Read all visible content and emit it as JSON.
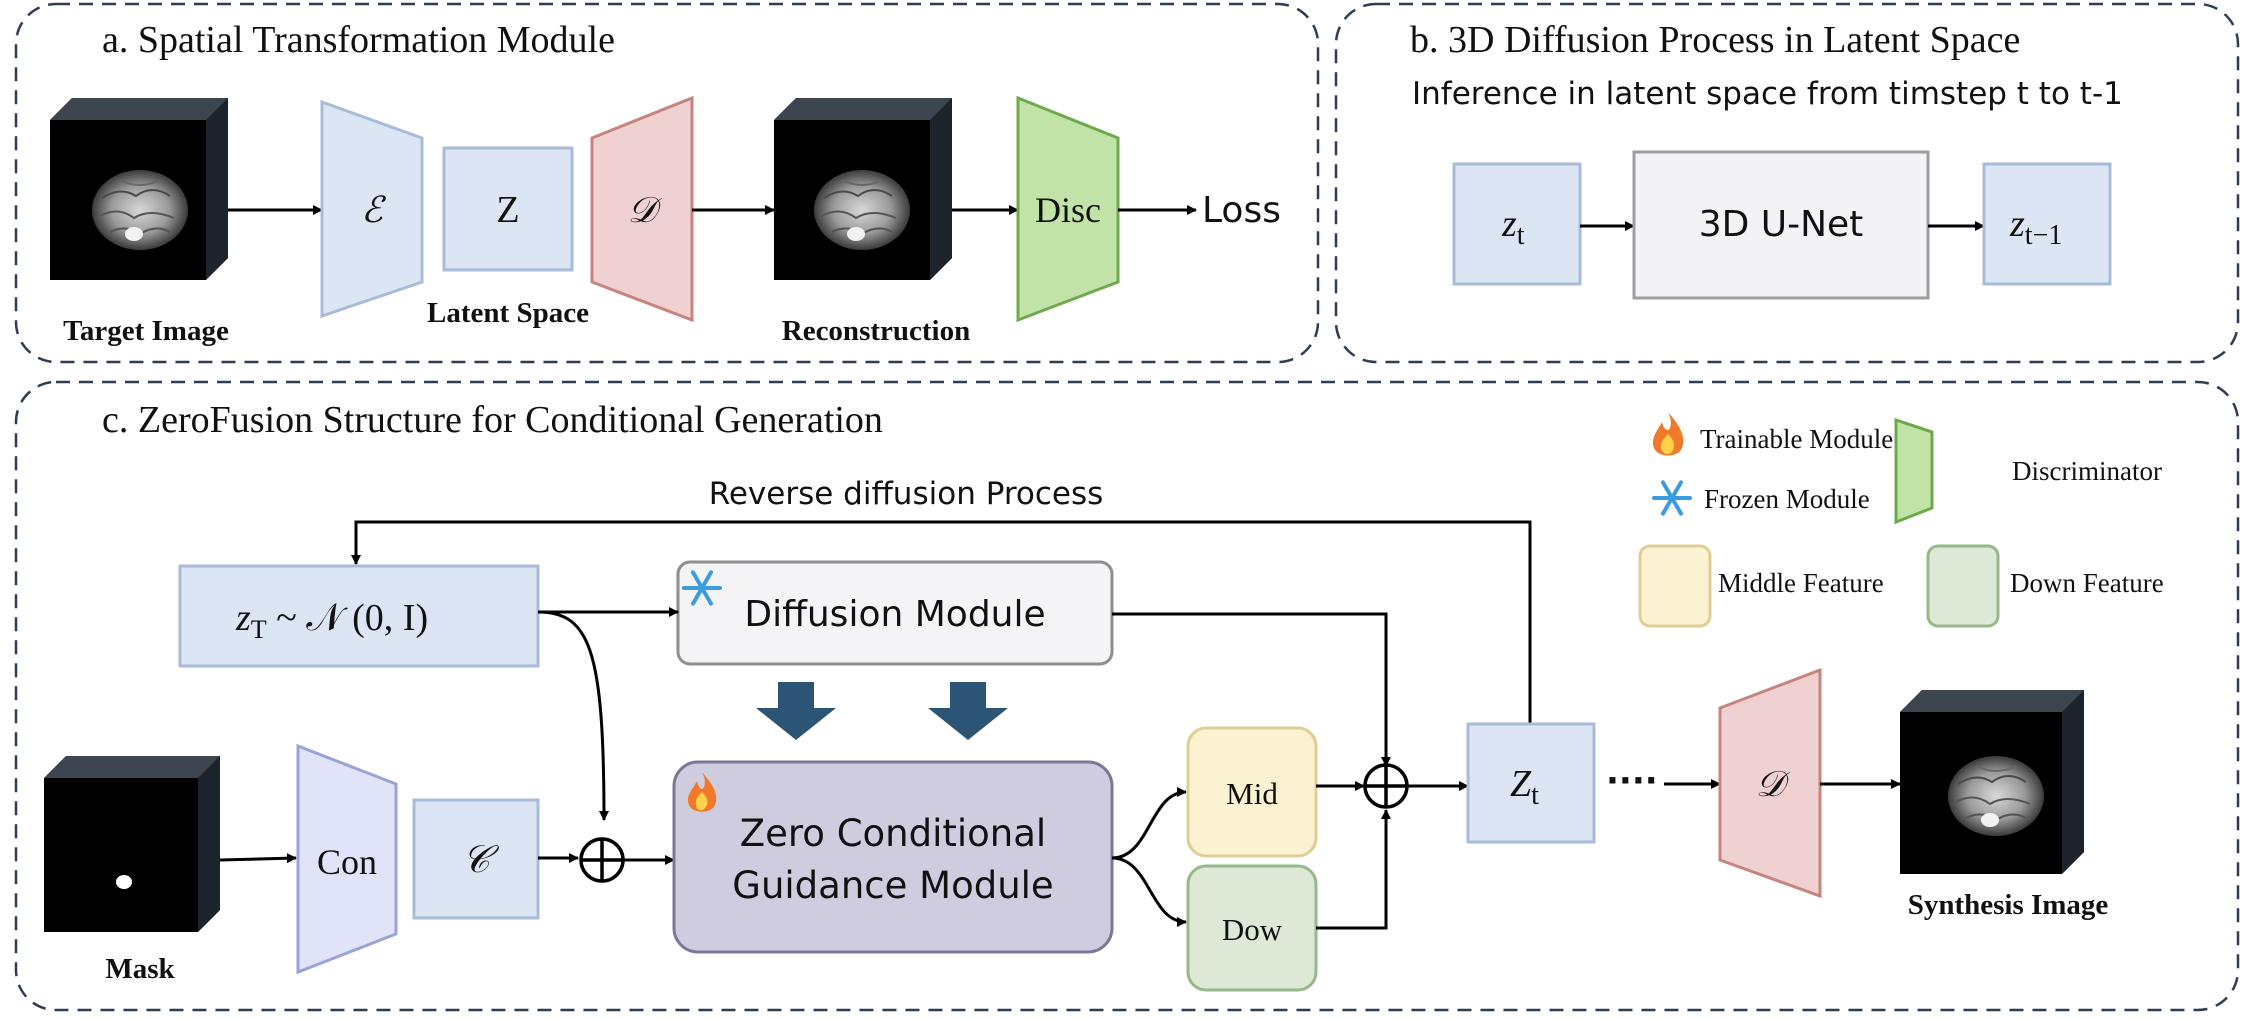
{
  "panel_a": {
    "title": "a. Spatial Transformation Module",
    "encoder_symbol": "ℰ",
    "latent_label": "Z",
    "decoder_symbol": "𝒟",
    "disc_label": "Disc",
    "loss_label": "Loss",
    "target_caption": "Target Image",
    "latent_caption": "Latent Space",
    "reconstruction_caption": "Reconstruction"
  },
  "panel_b": {
    "title": "b. 3D Diffusion Process in Latent Space",
    "subtitle": "Inference in latent space from timstep t to t-1",
    "zt_main": "z",
    "zt_sub": "t",
    "unet_label": "3D U-Net",
    "zt1_main": "z",
    "zt1_sub": "t−1"
  },
  "panel_c": {
    "title": "c. ZeroFusion Structure for Conditional Generation",
    "reverse_label": "Reverse diffusion Process",
    "noise_z": "z",
    "noise_sub": "T",
    "noise_rest": " ~ 𝒩 (0,   I)",
    "diffusion_label": "Diffusion Module",
    "zero_line1": "Zero Conditional",
    "zero_line2": "Guidance Module",
    "con_label": "Con",
    "cond_symbol": "𝒞",
    "mid_label": "Mid",
    "dow_label": "Dow",
    "zt_main": "Z",
    "zt_sub": "t",
    "dots": "····",
    "decoder_symbol": "𝒟",
    "mask_caption": "Mask",
    "synthesis_caption": "Synthesis Image",
    "plus_symbol": "⊕"
  },
  "legend": {
    "trainable": "Trainable Module",
    "frozen": "Frozen Module",
    "discriminator": "Discriminator",
    "middle": "Middle Feature",
    "down": "Down Feature"
  },
  "colors": {
    "blue_fill": "#dbe5f4",
    "blue_stroke": "#a9bbd8",
    "red_fill": "#f0d1d1",
    "red_stroke": "#c8837f",
    "green_fill": "#c2e3a8",
    "green_stroke": "#6fa94d",
    "yellow_fill": "#fbf2d1",
    "yellow_stroke": "#e0cf94",
    "sage_fill": "#dde8d7",
    "sage_stroke": "#97b98a",
    "purple_fill": "#cfcce0",
    "purple_stroke": "#7b7897",
    "arrow_blue": "#2c5474",
    "snowflake": "#3b9be0",
    "flame": "#f07a2a"
  }
}
